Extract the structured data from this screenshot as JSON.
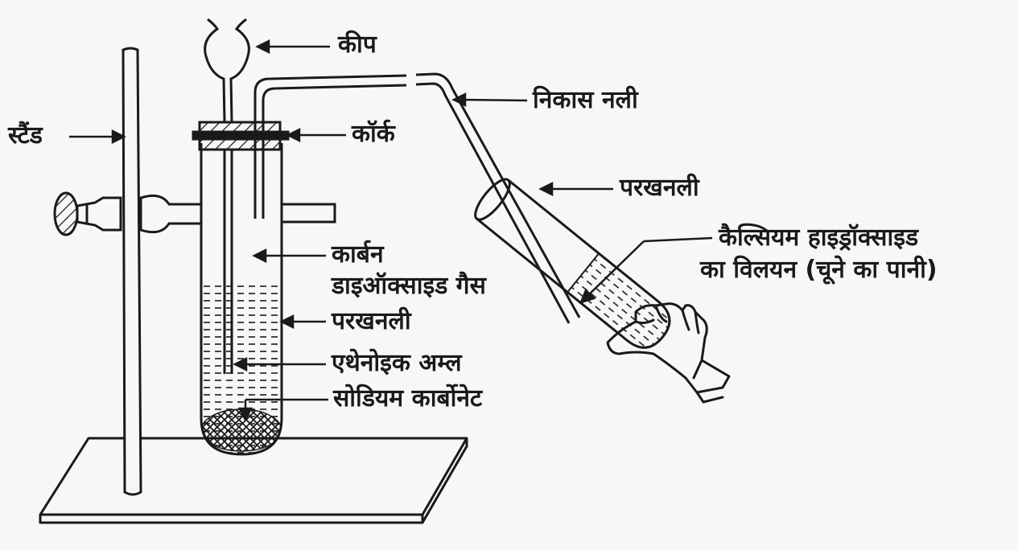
{
  "labels": {
    "keep": "कीप",
    "nikas_nali": "निकास नली",
    "stand": "स्टैंड",
    "cork": "कॉर्क",
    "parakhnali_right": "परखनली",
    "calcium_line1": "कैल्सियम हाइड्रॉक्साइड",
    "calcium_line2": "का विलयन (चूने का पानी)",
    "co2_line1": "कार्बन",
    "co2_line2": "डाइऑक्साइड गैस",
    "parakhnali_left": "परखनली",
    "ethanoic_acid": "एथेनोइक अम्ल",
    "sodium_carbonate": "सोडियम कार्बोनेट"
  },
  "colors": {
    "ink": "#1a1a1a",
    "paper": "#f7f7f5"
  }
}
